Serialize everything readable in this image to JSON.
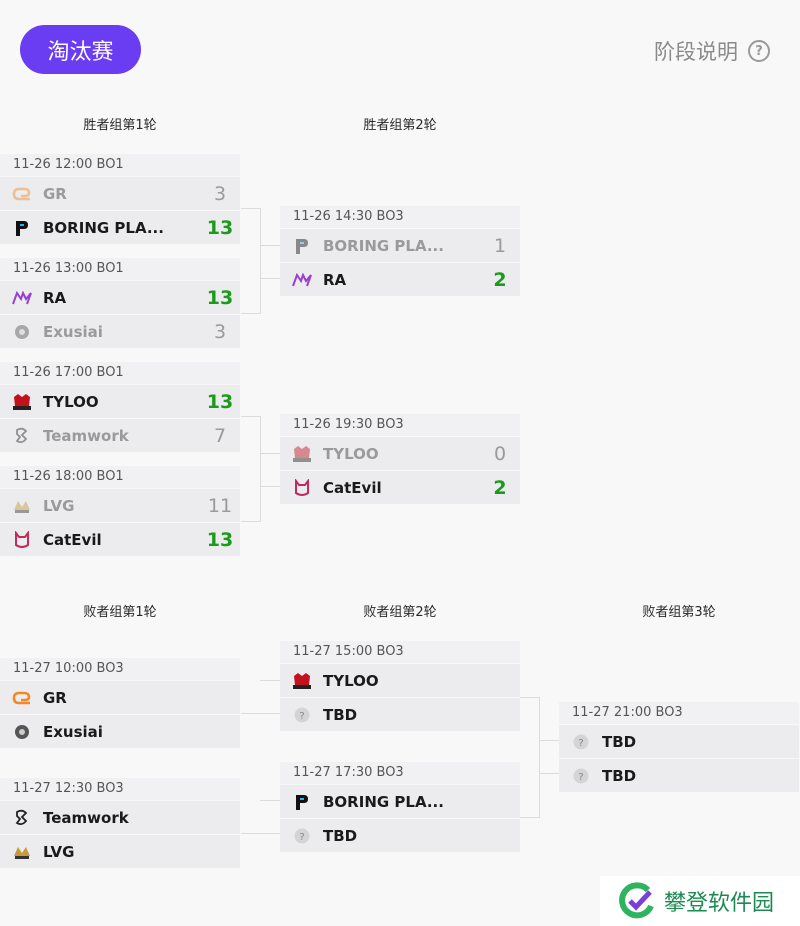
{
  "header": {
    "stage_label": "淘汰赛",
    "help_label": "阶段说明",
    "help_icon": "?"
  },
  "rounds": {
    "upper1": "胜者组第1轮",
    "upper2": "胜者组第2轮",
    "lower1": "败者组第1轮",
    "lower2": "败者组第2轮",
    "lower3": "败者组第3轮"
  },
  "matches": {
    "u1a": {
      "info": "11-26 12:00 BO1",
      "t1": {
        "name": "GR",
        "score": "3"
      },
      "t2": {
        "name": "BORING PLA...",
        "score": "13"
      }
    },
    "u1b": {
      "info": "11-26 13:00 BO1",
      "t1": {
        "name": "RA",
        "score": "13"
      },
      "t2": {
        "name": "Exusiai",
        "score": "3"
      }
    },
    "u1c": {
      "info": "11-26 17:00 BO1",
      "t1": {
        "name": "TYLOO",
        "score": "13"
      },
      "t2": {
        "name": "Teamwork",
        "score": "7"
      }
    },
    "u1d": {
      "info": "11-26 18:00 BO1",
      "t1": {
        "name": "LVG",
        "score": "11"
      },
      "t2": {
        "name": "CatEvil",
        "score": "13"
      }
    },
    "u2a": {
      "info": "11-26 14:30 BO3",
      "t1": {
        "name": "BORING PLA...",
        "score": "1"
      },
      "t2": {
        "name": "RA",
        "score": "2"
      }
    },
    "u2b": {
      "info": "11-26 19:30 BO3",
      "t1": {
        "name": "TYLOO",
        "score": "0"
      },
      "t2": {
        "name": "CatEvil",
        "score": "2"
      }
    },
    "l1a": {
      "info": "11-27 10:00 BO3",
      "t1": {
        "name": "GR",
        "score": ""
      },
      "t2": {
        "name": "Exusiai",
        "score": ""
      }
    },
    "l1b": {
      "info": "11-27 12:30 BO3",
      "t1": {
        "name": "Teamwork",
        "score": ""
      },
      "t2": {
        "name": "LVG",
        "score": ""
      }
    },
    "l2a": {
      "info": "11-27 15:00 BO3",
      "t1": {
        "name": "TYLOO",
        "score": ""
      },
      "t2": {
        "name": "TBD",
        "score": ""
      }
    },
    "l2b": {
      "info": "11-27 17:30 BO3",
      "t1": {
        "name": "BORING PLA...",
        "score": ""
      },
      "t2": {
        "name": "TBD",
        "score": ""
      }
    },
    "l3a": {
      "info": "11-27 21:00 BO3",
      "t1": {
        "name": "TBD",
        "score": ""
      },
      "t2": {
        "name": "TBD",
        "score": ""
      }
    }
  },
  "watermark": {
    "text": "攀登软件园"
  },
  "colors": {
    "accent": "#6a3cf2",
    "win": "#1a9c1a",
    "lose": "#9a9a9a"
  }
}
